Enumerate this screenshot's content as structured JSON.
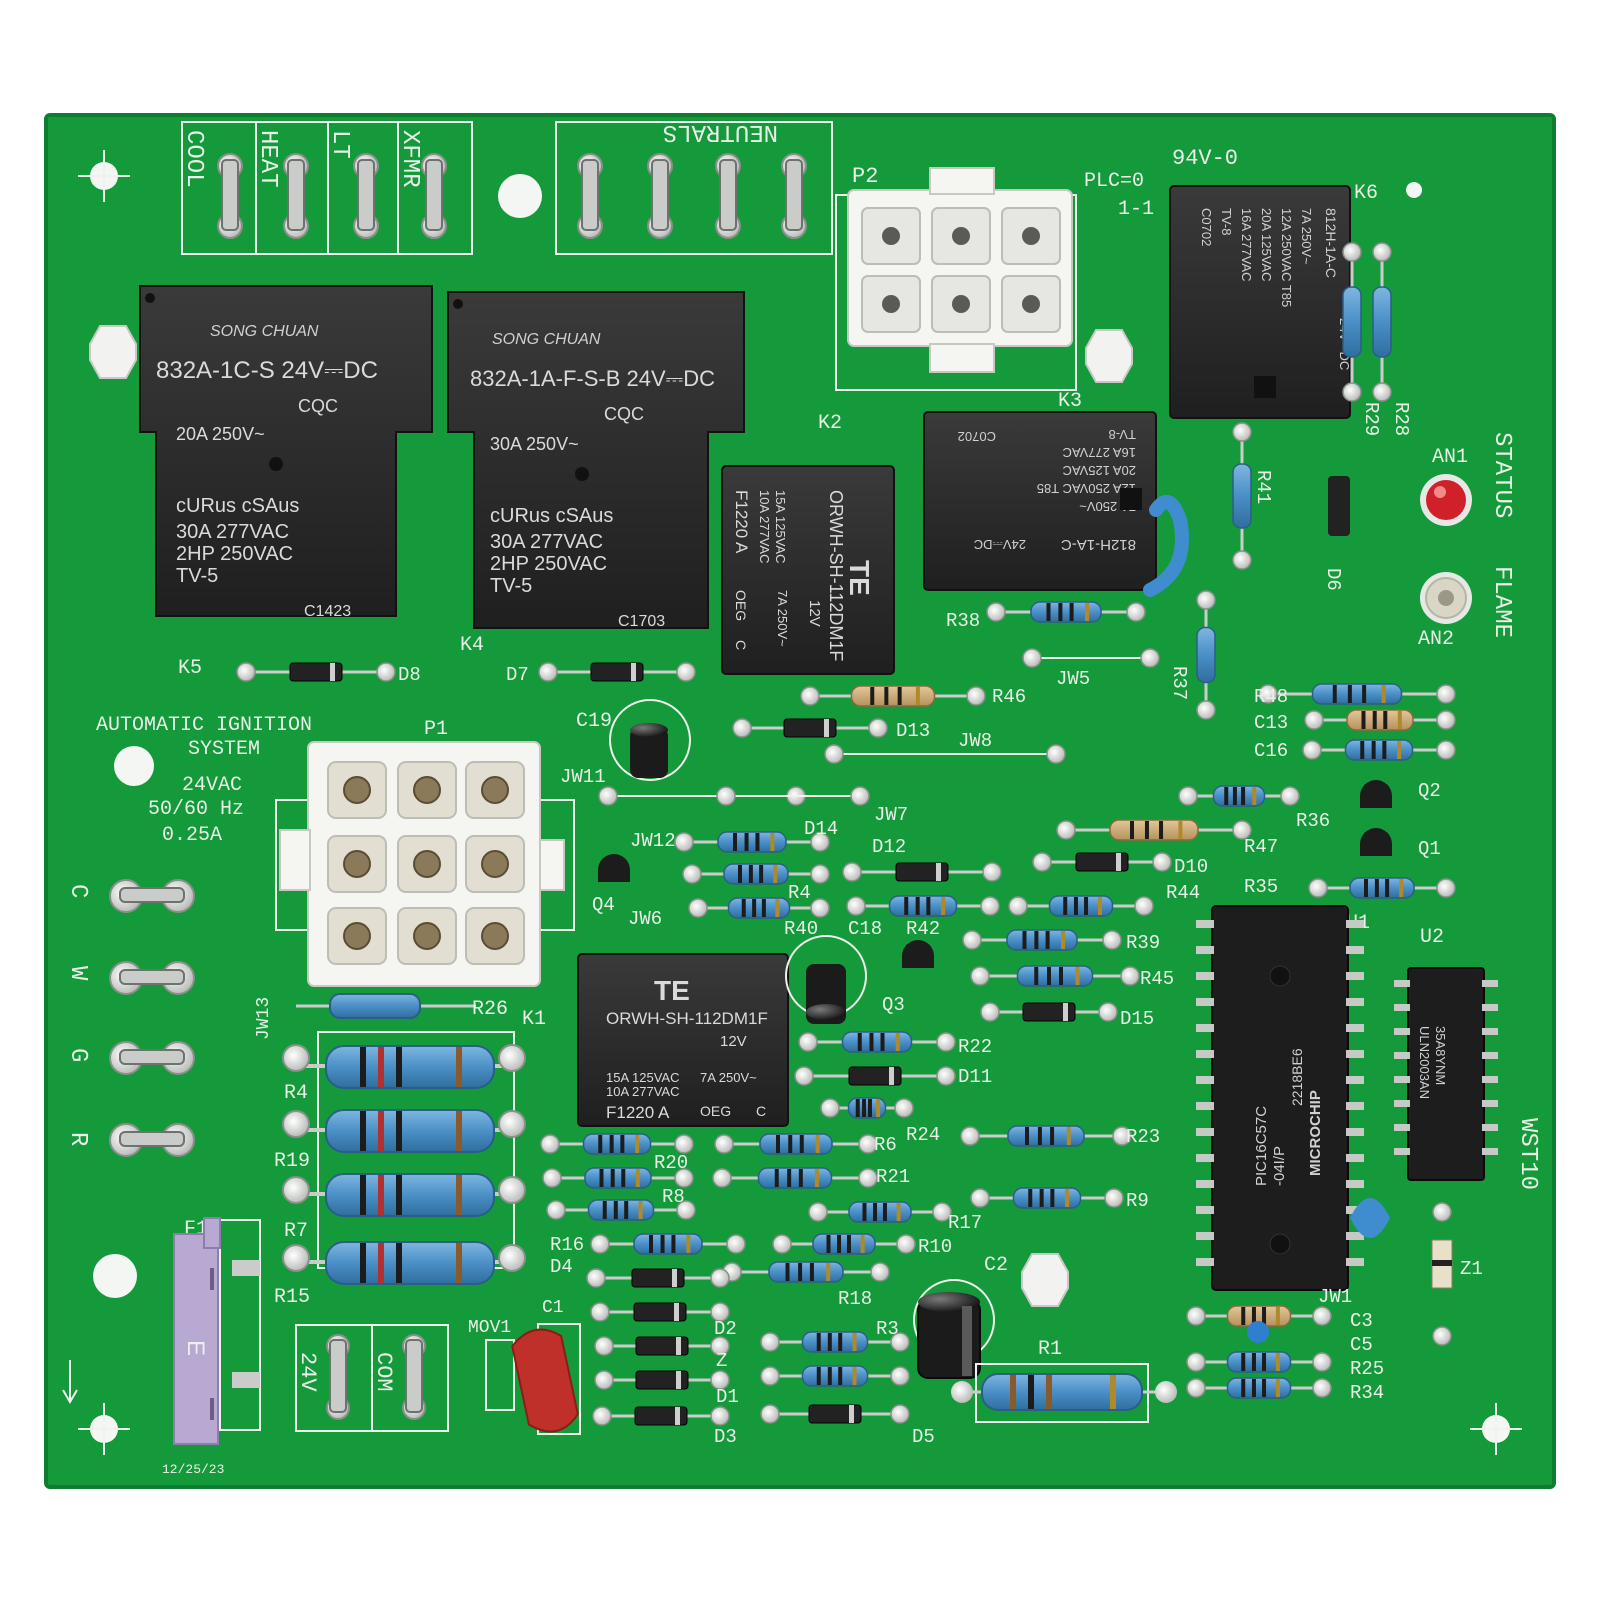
{
  "board": {
    "colors": {
      "pcb": "#149a3b",
      "pcb_dark": "#0f7d2f",
      "silk": "#eef3ee",
      "relay": "#2b2b2b",
      "resistor": "#4a8fc7",
      "led_red": "#d0202a"
    },
    "header_labels": [
      "COOL",
      "HEAT",
      "LT",
      "XFMR"
    ],
    "neutrals": "NEUTRALS",
    "p2": "P2",
    "p1": "P1",
    "plc": "PLC=0",
    "plc2": "1-1",
    "ul_rating": "94V-0",
    "k6": "K6",
    "k5": "K5",
    "k4": "K4",
    "k3": "K3",
    "k2": "K2",
    "k1": "K1",
    "relay_k5": {
      "brand": "SONG CHUAN",
      "model": "832A-1C-S  24V⎓DC",
      "mark": "CQC",
      "rating1": "20A 250V~",
      "rating2": "30A 277VAC",
      "rating3": "2HP 250VAC",
      "rating4": "TV-5",
      "code": "C1423",
      "cert": "cURus cSAus"
    },
    "relay_k4": {
      "brand": "SONG CHUAN",
      "model": "832A-1A-F-S-B 24V⎓DC",
      "mark": "CQC",
      "rating1": "30A 250V~",
      "rating2": "30A 277VAC",
      "rating3": "2HP 250VAC",
      "rating4": "TV-5",
      "code": "C1703",
      "cert": "cURus cSAus"
    },
    "relay_k2": {
      "brand": "TE",
      "model": "ORWH-SH-112DM1F",
      "v": "12V",
      "r1": "15A 125VAC",
      "r2": "10A 277VAC",
      "r3": "7A 250V~",
      "code": "F1220 A",
      "oeg": "OEG",
      "c": "C"
    },
    "relay_k1": {
      "brand": "TE",
      "model": "ORWH-SH-112DM1F",
      "v": "12V",
      "r1": "15A 125VAC",
      "r2": "10A 277VAC",
      "r3": "7A 250V~",
      "code": "F1220 A",
      "oeg": "OEG",
      "c": "C"
    },
    "relay_k3": {
      "model": "812H-1A-C",
      "r1": "16A 277VAC",
      "r2": "20A 125VAC",
      "r3": "12A 250VAC T85",
      "r4": "7A 250V~",
      "r5": "TV-8",
      "r6": "24V⎓DC",
      "code": "C0702"
    },
    "relay_k6": {
      "model": "812H-1A-C",
      "r1": "16A 277VAC",
      "r2": "20A 125VAC",
      "r3": "12A 250VAC T85",
      "r4": "7A 250V~",
      "r5": "TV-8",
      "r6": "24V⎓DC",
      "code": "C0702"
    },
    "system_text": [
      "AUTOMATIC  IGNITION",
      "SYSTEM",
      "24VAC",
      "50/60  Hz",
      "0.25A"
    ],
    "terminals_left": [
      "C",
      "W",
      "G",
      "R"
    ],
    "bottom_terminals": [
      "24V",
      "COM"
    ],
    "status": "STATUS",
    "flame": "FLAME",
    "an1": "AN1",
    "an2": "AN2",
    "ic_u1": {
      "label": "U1",
      "line1": "PIC16C57C",
      "line2": "-04I/P",
      "line3": "2218BE6",
      "brand": "MICROCHIP"
    },
    "ic_u2": {
      "label": "U2",
      "line1": "ULN2003AN",
      "line2": "35A8YNM"
    },
    "model_code": "WST10",
    "date": "12/25/23",
    "fuse": "F1",
    "fuse_letter": "E",
    "mov": "MOV1",
    "c1": "C1",
    "c2": "C2",
    "c19": "C19",
    "r1": "R1",
    "jw_labels": {
      "jw5": "JW5",
      "jw8": "JW8",
      "jw11": "JW11",
      "jw7": "JW7",
      "jw12": "JW12",
      "jw6": "JW6",
      "jw13": "JW13",
      "jw1": "JW1"
    },
    "left_res_labels": [
      "R4",
      "R19",
      "R7",
      "R15"
    ],
    "r26": "R26",
    "right_labels_top": [
      "R48",
      "C13",
      "C16",
      "R36",
      "R47",
      "R35",
      "R44"
    ],
    "q_labels": [
      "Q2",
      "Q1",
      "Q3",
      "Q4"
    ],
    "mid_labels": {
      "d14": "D14",
      "r4x": "R4",
      "r40": "R40",
      "c18": "C18",
      "r42": "R42",
      "d12": "D12",
      "d10": "D10",
      "r39": "R39",
      "r45": "R45",
      "d15": "D15",
      "r22": "R22",
      "d11": "D11",
      "r24": "R24",
      "r23": "R23",
      "r6": "R6",
      "r21": "R21",
      "r20": "R20",
      "r8": "R8",
      "r17": "R17",
      "r10": "R10",
      "r9": "R9",
      "r16": "R16",
      "r18": "R18",
      "d4": "D4",
      "d2": "D2",
      "z": "Z",
      "d1": "D1",
      "d3": "D3",
      "r3": "R3",
      "d5": "D5",
      "d7": "D7",
      "d8": "D8",
      "d13": "D13",
      "r46": "R46",
      "r38": "R38",
      "r37": "R37",
      "r41": "R41",
      "d6": "D6",
      "r29": "R29",
      "r28": "R28"
    },
    "bottom_right_labels": [
      "C3",
      "C5",
      "R25",
      "R34"
    ],
    "z1": "Z1"
  }
}
